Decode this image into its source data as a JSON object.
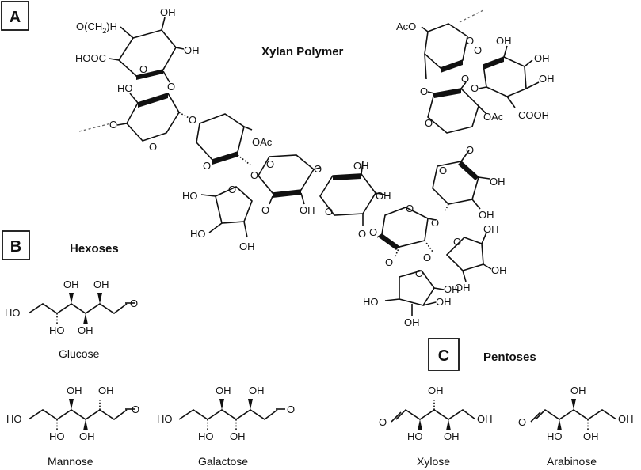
{
  "panels": {
    "a": "A",
    "b": "B",
    "c": "C"
  },
  "headings": {
    "polymer": "Xylan Polymer",
    "hexoses": "Hexoses",
    "pentoses": "Pentoses"
  },
  "sugars": {
    "glucose": "Glucose",
    "mannose": "Mannose",
    "galactose": "Galactose",
    "xylose": "Xylose",
    "arabinose": "Arabinose"
  },
  "groups": {
    "hydroxyl": "OH",
    "hydroxyl_left": "HO",
    "acetyl": "OAc",
    "acetyl_left": "AcO",
    "carboxyl": "COOH",
    "carboxyl_left": "HOOC",
    "methoxy": "O(CH",
    "methoxy_sub": "2",
    "methoxy_end": ")H",
    "oxygen": "O"
  }
}
